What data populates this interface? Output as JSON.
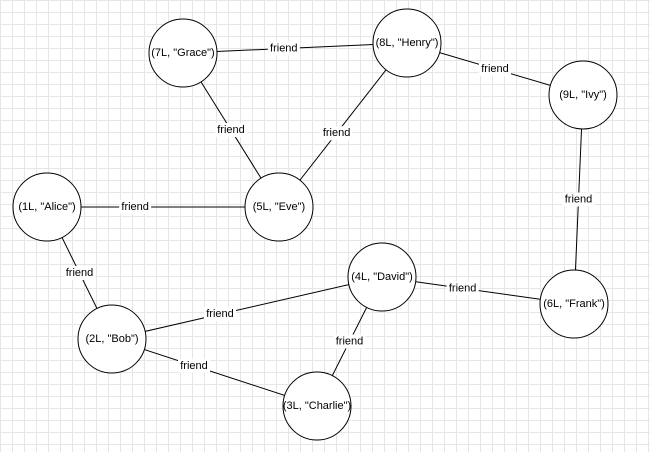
{
  "graph": {
    "nodes": [
      {
        "id": "grace",
        "label": "(7L, \"Grace\")"
      },
      {
        "id": "henry",
        "label": "(8L, \"Henry\")"
      },
      {
        "id": "ivy",
        "label": "(9L, \"Ivy\")"
      },
      {
        "id": "alice",
        "label": "(1L, \"Alice\")"
      },
      {
        "id": "eve",
        "label": "(5L, \"Eve\")"
      },
      {
        "id": "david",
        "label": "(4L, \"David\")"
      },
      {
        "id": "frank",
        "label": "(6L, \"Frank\")"
      },
      {
        "id": "bob",
        "label": "(2L, \"Bob\")"
      },
      {
        "id": "charlie",
        "label": "(3L, \"Charlie\")"
      }
    ],
    "edges": [
      {
        "from": "grace",
        "to": "henry",
        "label": "friend"
      },
      {
        "from": "grace",
        "to": "eve",
        "label": "friend"
      },
      {
        "from": "henry",
        "to": "eve",
        "label": "friend"
      },
      {
        "from": "henry",
        "to": "ivy",
        "label": "friend"
      },
      {
        "from": "ivy",
        "to": "frank",
        "label": "friend"
      },
      {
        "from": "alice",
        "to": "eve",
        "label": "friend"
      },
      {
        "from": "alice",
        "to": "bob",
        "label": "friend"
      },
      {
        "from": "bob",
        "to": "david",
        "label": "friend"
      },
      {
        "from": "bob",
        "to": "charlie",
        "label": "friend"
      },
      {
        "from": "david",
        "to": "charlie",
        "label": "friend"
      },
      {
        "from": "david",
        "to": "frank",
        "label": "friend"
      }
    ]
  }
}
